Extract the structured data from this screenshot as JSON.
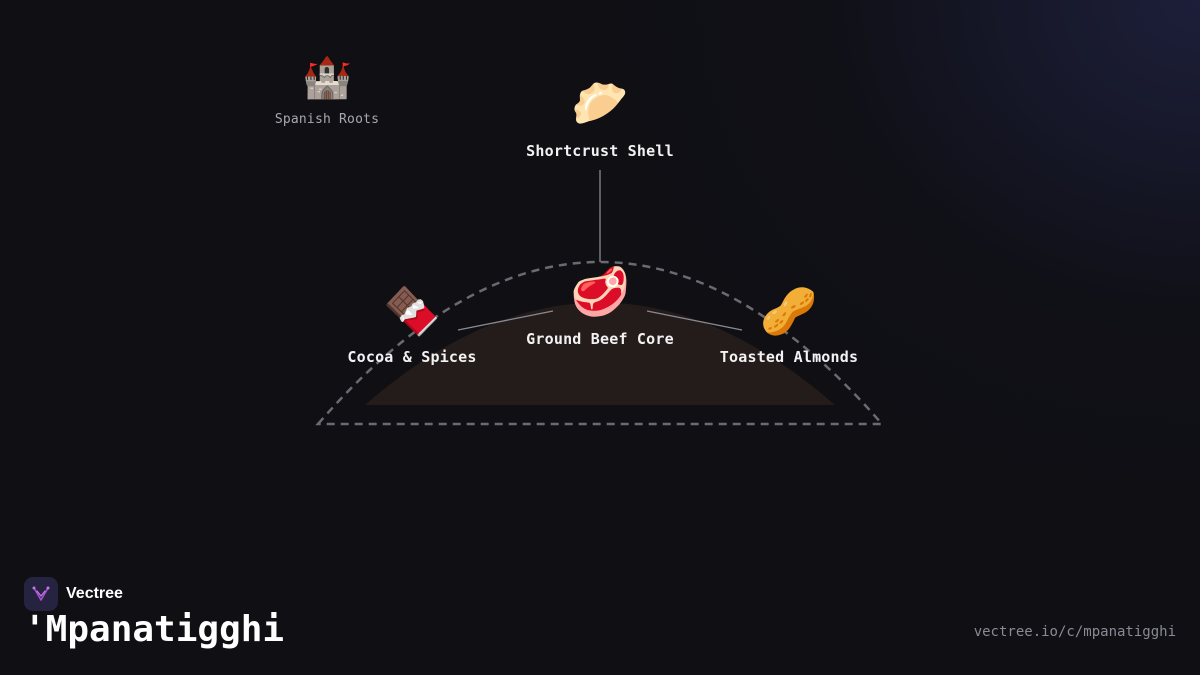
{
  "diagram": {
    "nodes": {
      "roots": {
        "icon": "castle-icon",
        "glyph": "🏰",
        "label": "Spanish Roots"
      },
      "shell": {
        "icon": "dumpling-icon",
        "glyph": "🥟",
        "label": "Shortcrust Shell"
      },
      "core": {
        "icon": "meat-icon",
        "glyph": "🥩",
        "label": "Ground Beef Core"
      },
      "cocoa": {
        "icon": "chocolate-icon",
        "glyph": "🍫",
        "label": "Cocoa & Spices"
      },
      "almonds": {
        "icon": "peanut-icon",
        "glyph": "🥜",
        "label": "Toasted Almonds"
      }
    },
    "colors": {
      "fill": "#241c1a",
      "outline": "#6a6a72",
      "connector": "#8a8a90"
    }
  },
  "brand": {
    "name": "Vectree",
    "logo_icon": "vectree-logo-icon",
    "logo_color": "#262340",
    "logo_accent": "#a64fd6"
  },
  "page": {
    "title": "'Mpanatigghi",
    "url": "vectree.io/c/mpanatigghi"
  }
}
